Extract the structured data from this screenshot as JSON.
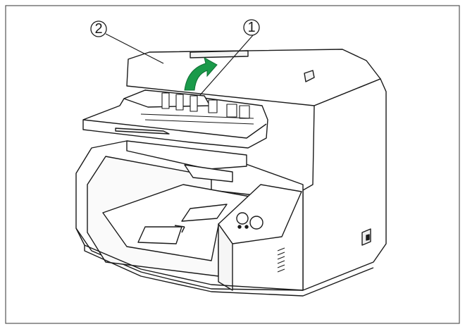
{
  "figure": {
    "callouts": [
      {
        "label": "①",
        "target": "document-feed-guide"
      },
      {
        "label": "②",
        "target": "top-cover"
      }
    ],
    "arrow_color": "#1a9a4a",
    "line_color": "#1a1a1a",
    "frame_color": "#555555"
  }
}
